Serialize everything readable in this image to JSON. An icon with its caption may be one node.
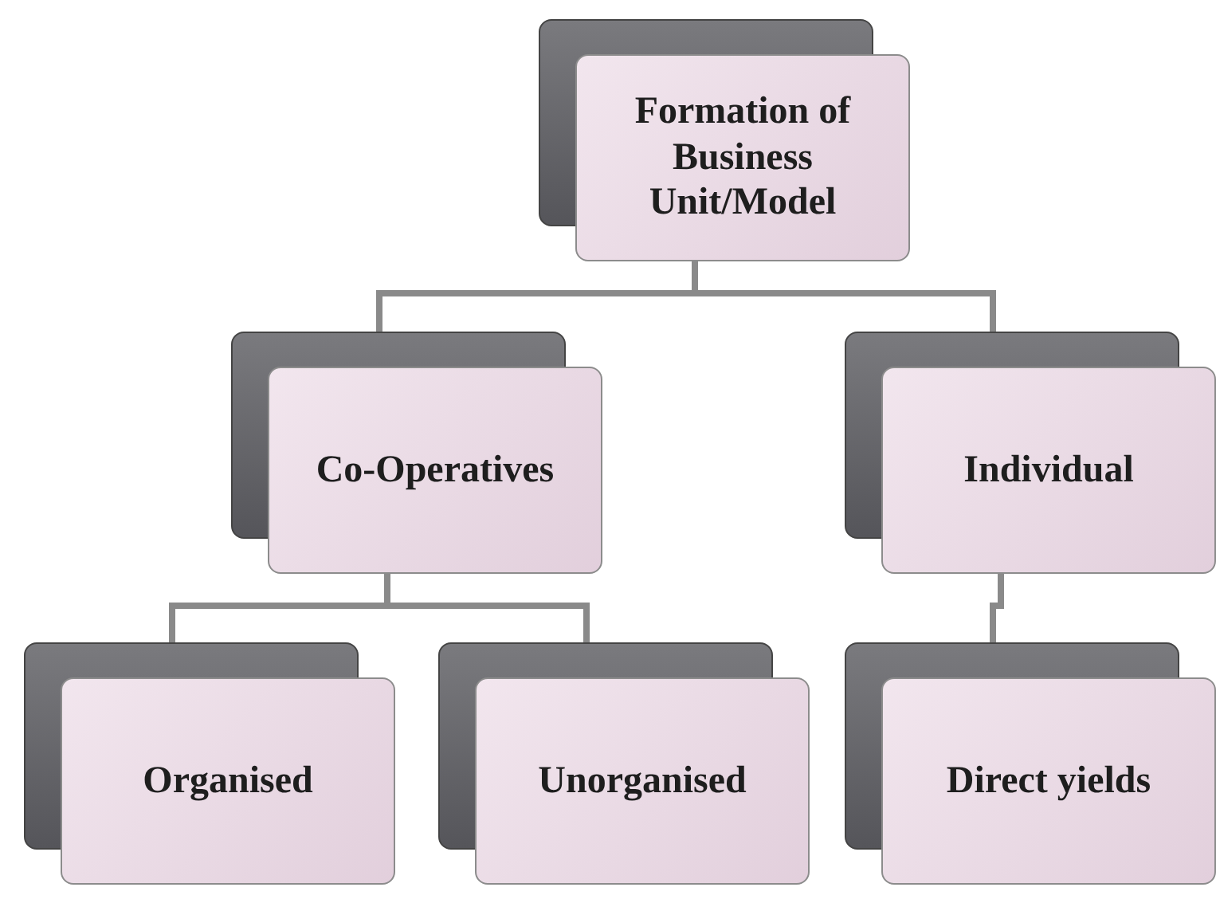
{
  "diagram": {
    "nodes": [
      {
        "text": [
          "Formation of Business Unit/Model"
        ]
      },
      {
        "text": [
          "Co-Operatives"
        ]
      },
      {
        "text": [
          "Individual"
        ]
      },
      {
        "text": [
          "Organised"
        ]
      },
      {
        "text": [
          "Unorganised"
        ]
      },
      {
        "text": [
          "Direct yields"
        ]
      }
    ],
    "edges": [
      {
        "from": 0,
        "to": 1,
        "arrow": "none"
      },
      {
        "from": 0,
        "to": 2,
        "arrow": "none"
      },
      {
        "from": 1,
        "to": 3,
        "arrow": "none"
      },
      {
        "from": 1,
        "to": 4,
        "arrow": "none"
      },
      {
        "from": 2,
        "to": 5,
        "arrow": "none"
      }
    ]
  }
}
